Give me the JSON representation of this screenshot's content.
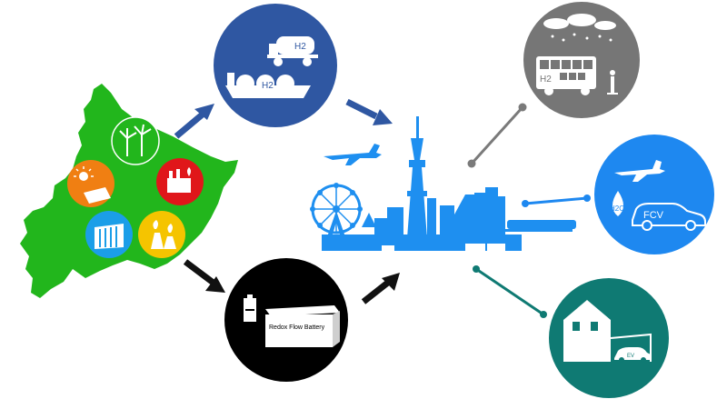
{
  "colors": {
    "background": "#ffffff",
    "map_green": "#22b61c",
    "transport_blue": "#2f57a2",
    "battery_black": "#000000",
    "city_blue": "#1e8ff0",
    "bus_gray": "#767676",
    "fcv_blue": "#1e88f0",
    "house_teal": "#0f7a73",
    "arrow_blue": "#2f57a2",
    "arrow_black": "#111111",
    "line_gray": "#7a7a7a",
    "line_blue": "#1e88f0",
    "line_teal": "#0f7a73",
    "wind": "#22b61c",
    "solar": "#f07f12",
    "thermal": "#e0161a",
    "hydro": "#1b9ee8",
    "geothermal": "#f5c400"
  },
  "energy_sources": [
    {
      "name": "wind-power-icon",
      "color": "wind"
    },
    {
      "name": "solar-power-icon",
      "color": "solar"
    },
    {
      "name": "thermal-power-icon",
      "color": "thermal"
    },
    {
      "name": "hydro-power-icon",
      "color": "hydro"
    },
    {
      "name": "geothermal-power-icon",
      "color": "geothermal"
    }
  ],
  "labels": {
    "truck_h2": "H2",
    "ship_h2": "H2",
    "battery": "Redox Flow Battery",
    "bus_h2": "H2",
    "h2o": "H2O",
    "fcv": "FCV",
    "ev": "EV"
  }
}
